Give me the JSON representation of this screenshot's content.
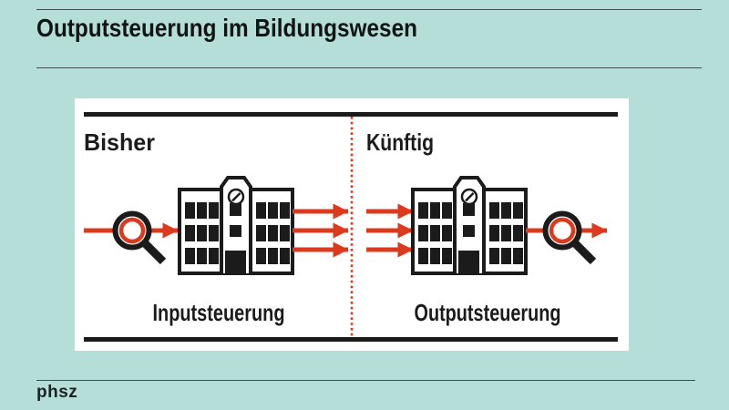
{
  "page": {
    "title": "Outputsteuerung  im Bildungswesen",
    "background_color": "#b5ded8",
    "accent_color": "#dc3a1e",
    "ink_color": "#1b1b1b"
  },
  "footer": {
    "logo_text": "phsz"
  },
  "diagram": {
    "panel_color": "#ffffff",
    "divider": "red-dotted-vertical-line",
    "left": {
      "heading": "Bisher",
      "caption": "Inputsteuerung",
      "icons": [
        "arrow-icon",
        "magnifier-icon",
        "arrow-icon",
        "school-building-icon",
        "arrow-icon",
        "arrow-icon",
        "arrow-icon"
      ]
    },
    "right": {
      "heading": "Künftig",
      "caption": "Outputsteuerung",
      "icons": [
        "arrow-icon",
        "arrow-icon",
        "arrow-icon",
        "school-building-icon",
        "magnifier-icon",
        "arrow-icon"
      ]
    }
  }
}
